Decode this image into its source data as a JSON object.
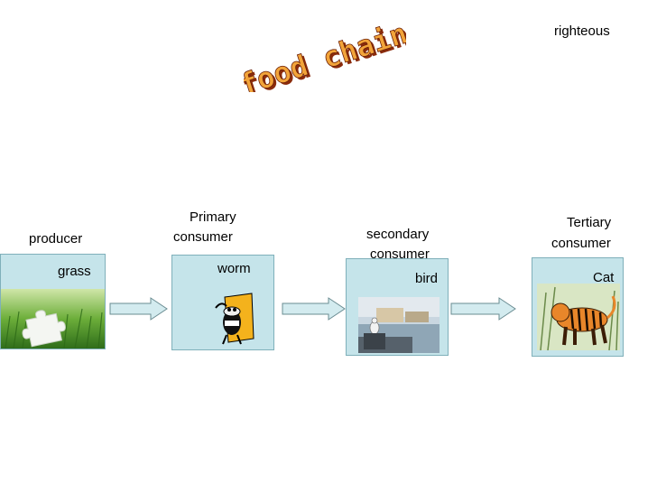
{
  "title": "food chain",
  "corner_note": "righteous",
  "stages": [
    {
      "role": "producer",
      "organism": "grass",
      "image": "grass-puzzle-picture"
    },
    {
      "role_line1": "Primary",
      "role_line2": "consumer",
      "organism": "worm",
      "image": "worm-cartoon-picture"
    },
    {
      "role_line1": "secondary",
      "role_line2": "consumer",
      "organism": "bird",
      "image": "seagull-harbor-picture"
    },
    {
      "role_line1": "Tertiary",
      "role_line2": "consumer",
      "organism": "Cat",
      "image": "tiger-picture"
    }
  ],
  "colors": {
    "box_fill": "#c5e4ea",
    "arrow_fill": "#d3ebef",
    "title_fill": "#f2a43a",
    "title_shadow": "#8a2b0c"
  }
}
